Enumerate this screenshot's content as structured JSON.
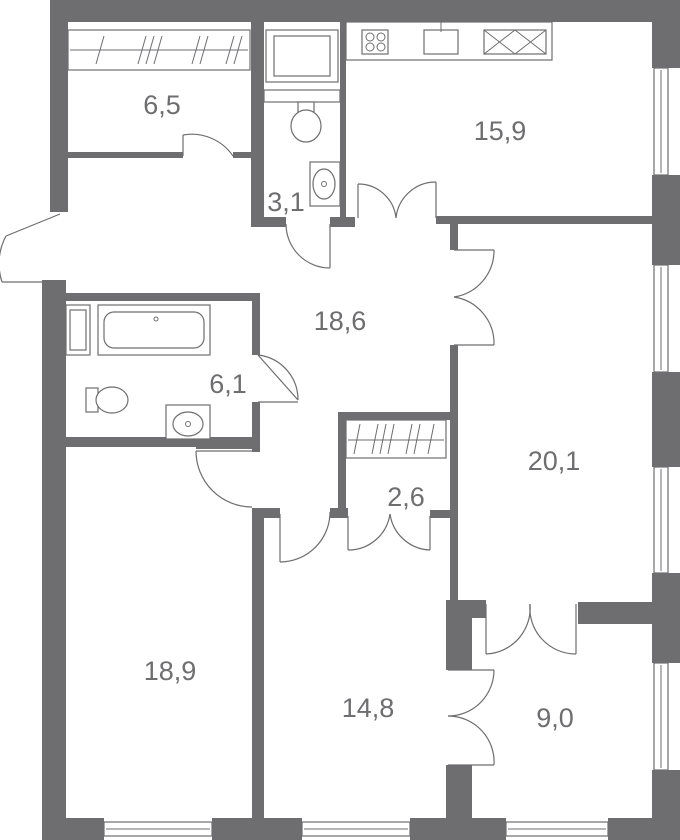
{
  "plan": {
    "rooms": [
      {
        "id": "storage-top",
        "area": "6,5"
      },
      {
        "id": "kitchen",
        "area": "15,9"
      },
      {
        "id": "wc",
        "area": "3,1"
      },
      {
        "id": "hall",
        "area": "18,6"
      },
      {
        "id": "bathroom",
        "area": "6,1"
      },
      {
        "id": "closet",
        "area": "2,6"
      },
      {
        "id": "living-room",
        "area": "20,1"
      },
      {
        "id": "bedroom-left",
        "area": "18,9"
      },
      {
        "id": "bedroom-middle",
        "area": "14,8"
      },
      {
        "id": "bedroom-right",
        "area": "9,0"
      }
    ],
    "colors": {
      "wall": "#6e6e70",
      "background": "#ffffff"
    }
  }
}
